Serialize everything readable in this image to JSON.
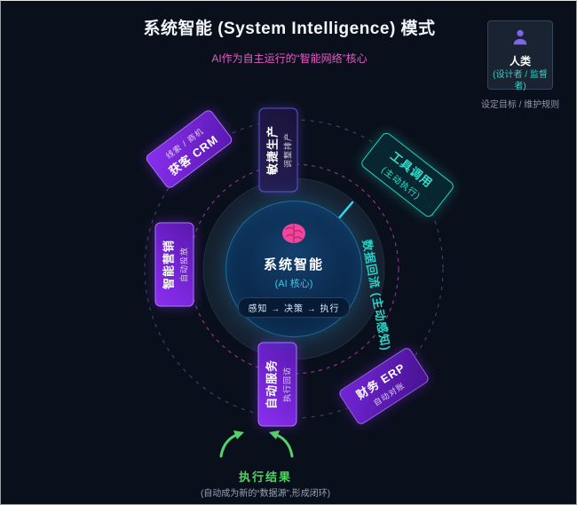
{
  "palette": {
    "background": "#0a101b",
    "accent_pink": "#e05ec4",
    "accent_cyan": "#3cc8ea",
    "accent_teal": "#25cfc0",
    "accent_green": "#4fd363",
    "node_purple": "#8a2ff0"
  },
  "header": {
    "title": "系统智能 (System Intelligence) 模式",
    "subtitle": "AI作为自主运行的“智能网络”核心"
  },
  "human_panel": {
    "icon": "person-icon",
    "name": "人类",
    "role": "(设计者 / 监督者)",
    "caption": "设定目标 / 维护规则"
  },
  "center": {
    "icon": "brain-icon",
    "title": "系统智能",
    "subtitle": "(AI 核心)",
    "process": "感知 → 决策 → 执行"
  },
  "nodes": [
    {
      "id": "crm",
      "label": "获客 CRM",
      "sublabel": "线索 / 商机"
    },
    {
      "id": "production",
      "label": "敏捷生产",
      "sublabel": "调整排产"
    },
    {
      "id": "marketing",
      "label": "智能营销",
      "sublabel": "自动投放"
    },
    {
      "id": "service",
      "label": "自动服务",
      "sublabel": "执行回访"
    },
    {
      "id": "erp",
      "label": "财务 ERP",
      "sublabel": "自动对账"
    }
  ],
  "flows": {
    "tool_call": {
      "label": "工具调用",
      "sublabel": "(主动执行)"
    },
    "data_flow": "数据回流 (主动感知)"
  },
  "footer": {
    "result": "执行结果",
    "caption": "(自动成为新的“数据源”,形成闭环)"
  }
}
